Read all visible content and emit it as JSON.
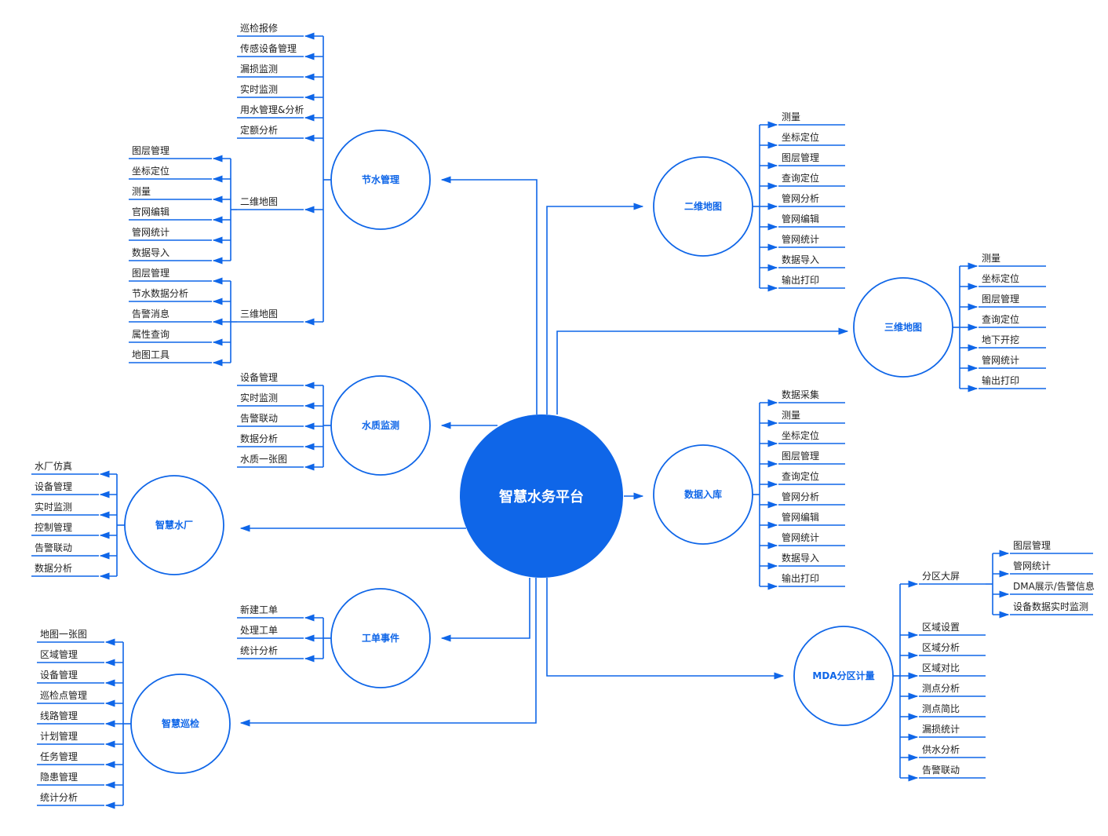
{
  "colors": {
    "accent": "#0f66e8",
    "text": "#222222",
    "background": "#ffffff"
  },
  "center": {
    "label": "智慧水务平台"
  },
  "modules": {
    "water_saving": {
      "label": "节水管理",
      "items": [
        "巡检报修",
        "传感设备管理",
        "漏损监测",
        "实时监测",
        "用水管理&分析",
        "定额分析"
      ],
      "map2d": {
        "label": "二维地图",
        "items": [
          "图层管理",
          "坐标定位",
          "测量",
          "官网编辑",
          "管网统计",
          "数据导入"
        ]
      },
      "map3d": {
        "label": "三维地图",
        "items": [
          "图层管理",
          "节水数据分析",
          "告警消息",
          "属性查询",
          "地图工具"
        ]
      }
    },
    "water_quality": {
      "label": "水质监测",
      "items": [
        "设备管理",
        "实时监测",
        "告警联动",
        "数据分析",
        "水质一张图"
      ]
    },
    "smart_plant": {
      "label": "智慧水厂",
      "items": [
        "水厂仿真",
        "设备管理",
        "实时监测",
        "控制管理",
        "告警联动",
        "数据分析"
      ]
    },
    "work_order": {
      "label": "工单事件",
      "items": [
        "新建工单",
        "处理工单",
        "统计分析"
      ]
    },
    "smart_patrol": {
      "label": "智慧巡检",
      "items": [
        "地图一张图",
        "区域管理",
        "设备管理",
        "巡检点管理",
        "线路管理",
        "计划管理",
        "任务管理",
        "隐患管理",
        "统计分析"
      ]
    },
    "map_2d": {
      "label": "二维地图",
      "items": [
        "测量",
        "坐标定位",
        "图层管理",
        "查询定位",
        "管网分析",
        "管网编辑",
        "管网统计",
        "数据导入",
        "输出打印"
      ]
    },
    "map_3d": {
      "label": "三维地图",
      "items": [
        "测量",
        "坐标定位",
        "图层管理",
        "查询定位",
        "地下开挖",
        "管网统计",
        "输出打印"
      ]
    },
    "data_import": {
      "label": "数据入库",
      "items": [
        "数据采集",
        "测量",
        "坐标定位",
        "图层管理",
        "查询定位",
        "管网分析",
        "管网编辑",
        "管网统计",
        "数据导入",
        "输出打印"
      ]
    },
    "mda": {
      "label": "MDA分区计量",
      "items": [
        "区域设置",
        "区域分析",
        "区域对比",
        "测点分析",
        "测点简比",
        "漏损统计",
        "供水分析",
        "告警联动"
      ],
      "big_screen": {
        "label": "分区大屏",
        "items": [
          "图层管理",
          "管网统计",
          "DMA展示/告警信息",
          "设备数据实时监测"
        ]
      }
    }
  }
}
